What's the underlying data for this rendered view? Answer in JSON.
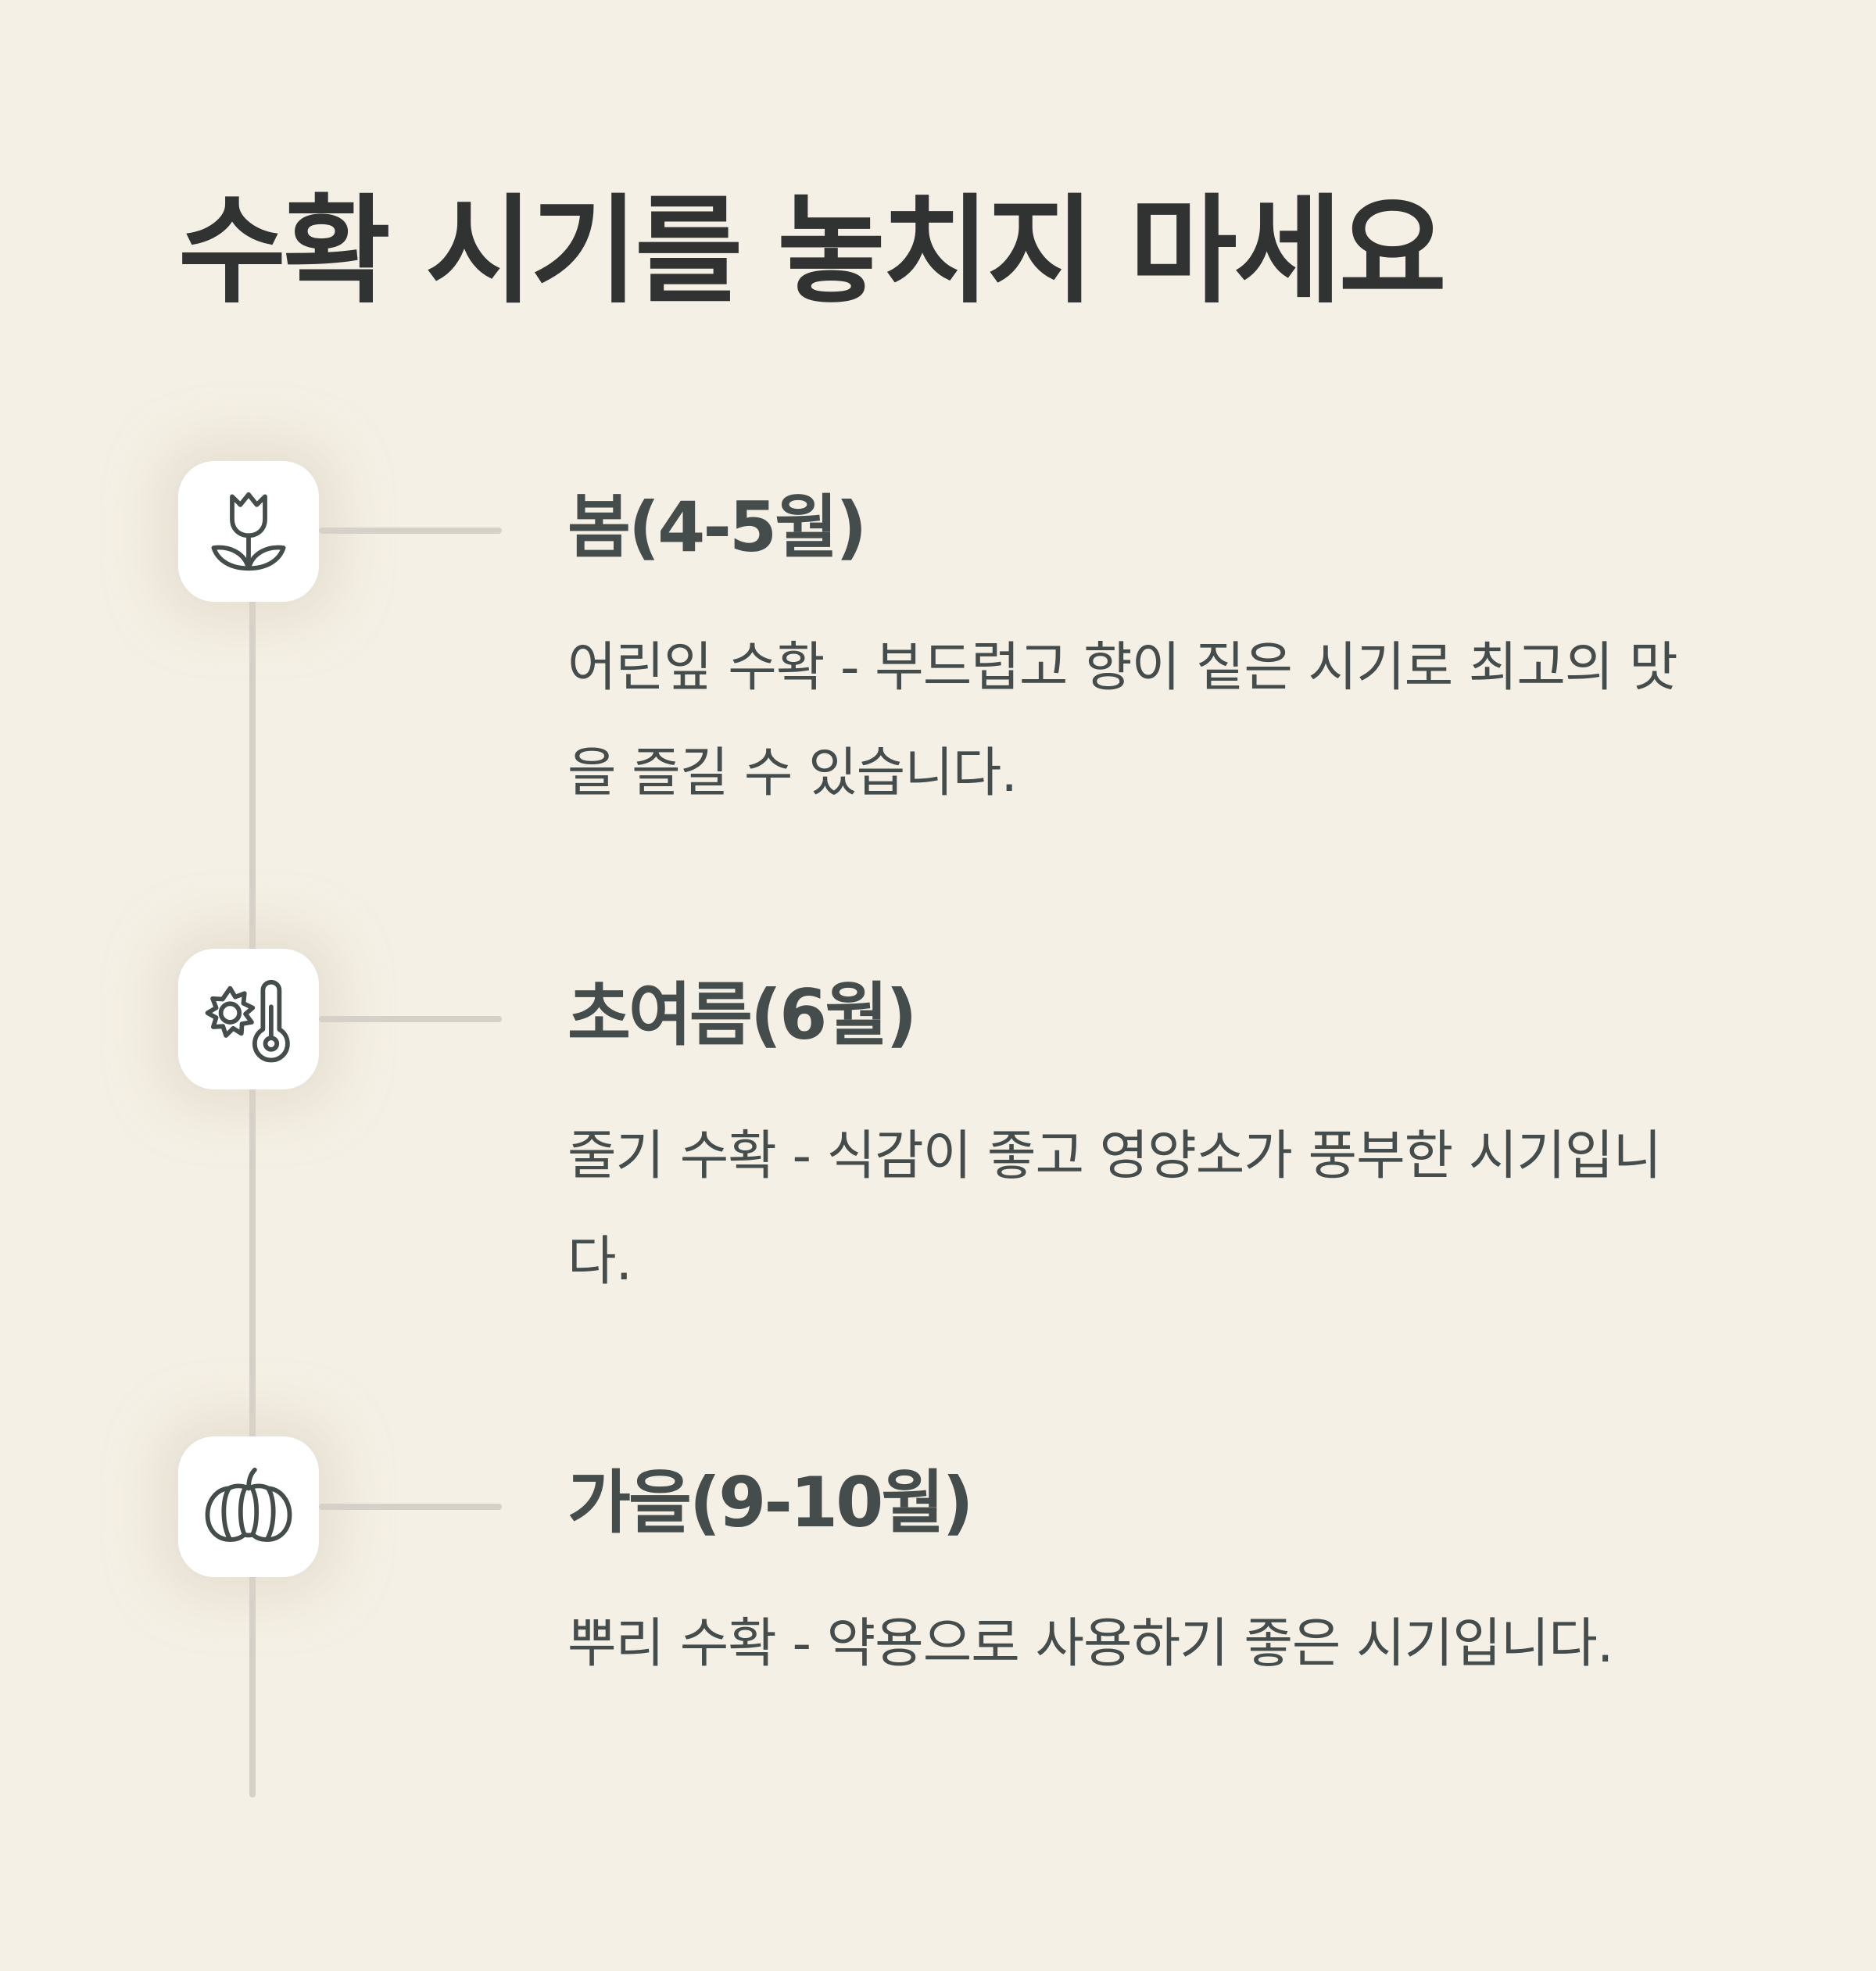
{
  "title": "수확 시기를 놓치지 마세요",
  "colors": {
    "background": "#f5f0e5",
    "title": "#313232",
    "text": "#454d4c",
    "line": "#d5d1c9",
    "icon_box": "#ffffff"
  },
  "seasons": [
    {
      "icon": "tulip-icon",
      "title": "봄(4-5월)",
      "desc": "어린잎 수확 - 부드럽고 향이 짙은 시기로 최고의 맛을 즐길 수 있습니다."
    },
    {
      "icon": "sun-thermometer-icon",
      "title": "초여름(6월)",
      "desc": "줄기 수확 - 식감이 좋고 영양소가 풍부한 시기입니다."
    },
    {
      "icon": "pumpkin-icon",
      "title": "가을(9-10월)",
      "desc": "뿌리 수확 - 약용으로 사용하기 좋은 시기입니다."
    }
  ]
}
